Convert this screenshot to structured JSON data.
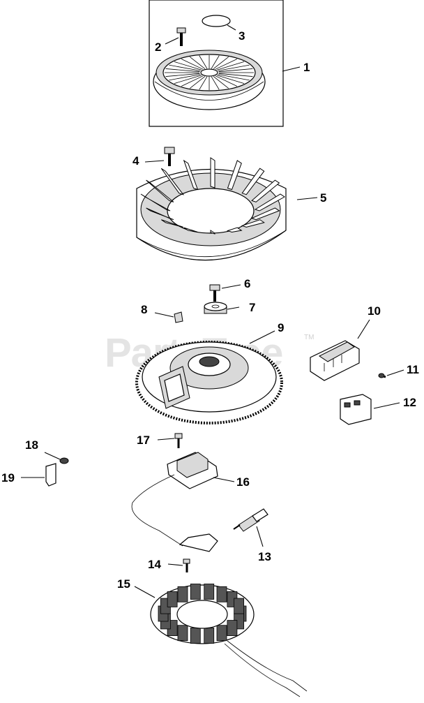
{
  "watermark": {
    "text": "PartsTree",
    "tm": "TM"
  },
  "callouts": {
    "c1": "1",
    "c2": "2",
    "c3": "3",
    "c4": "4",
    "c5": "5",
    "c6": "6",
    "c7": "7",
    "c8": "8",
    "c9": "9",
    "c10": "10",
    "c11": "11",
    "c12": "12",
    "c13": "13",
    "c14": "14",
    "c15": "15",
    "c16": "16",
    "c17": "17",
    "c18": "18",
    "c19": "19"
  }
}
